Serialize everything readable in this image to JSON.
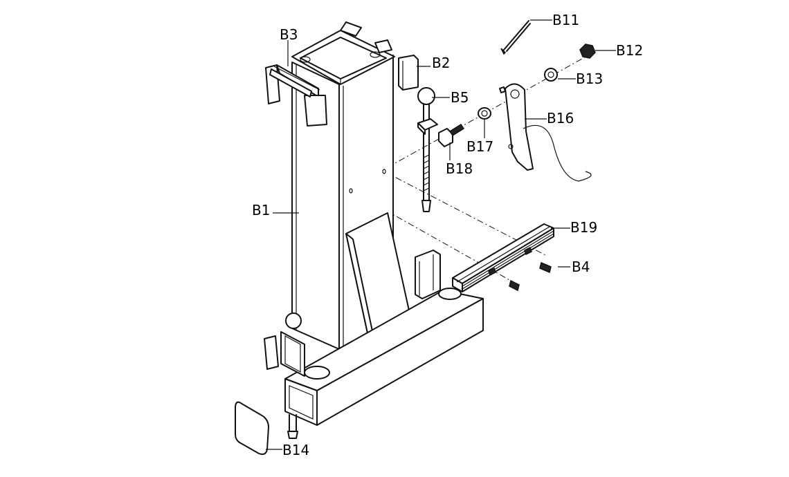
{
  "diagram": {
    "labels": {
      "b1": "B1",
      "b2": "B2",
      "b3": "B3",
      "b4": "B4",
      "b5": "B5",
      "b11": "B11",
      "b12": "B12",
      "b13": "B13",
      "b14": "B14",
      "b16": "B16",
      "b17": "B17",
      "b18": "B18",
      "b19": "B19"
    }
  }
}
